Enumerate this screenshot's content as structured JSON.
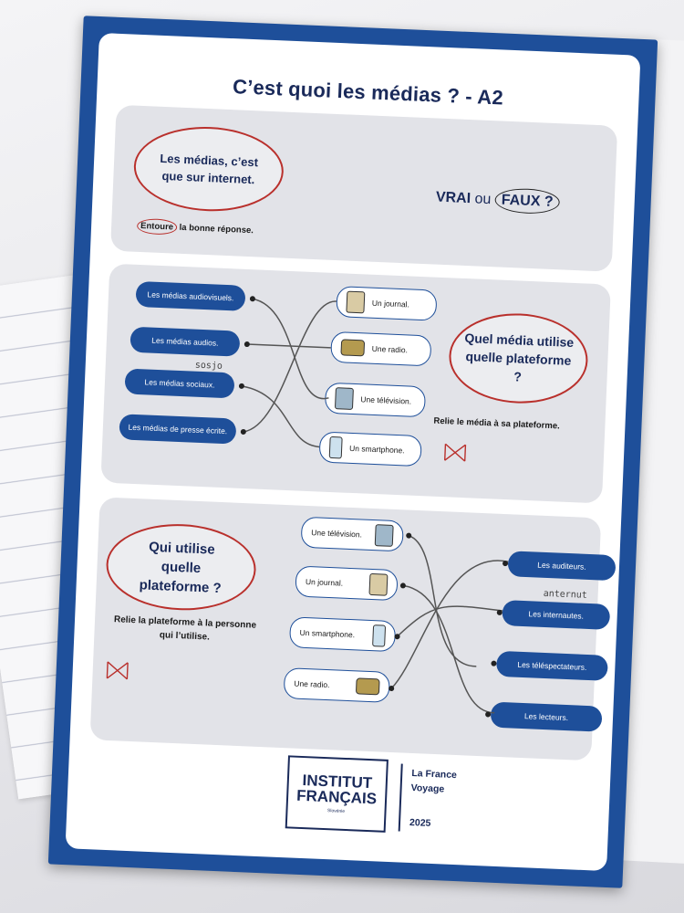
{
  "title": "C’est quoi les médias ? - A2",
  "section1": {
    "statement": "Les médias, c’est que sur internet.",
    "vrai": "VRAI",
    "ou": "ou",
    "faux": "FAUX",
    "question_mark": "?",
    "instruction_circled": "Entoure",
    "instruction_rest": " la bonne réponse."
  },
  "section2": {
    "question": "Quel média utilise quelle plateforme ?",
    "instruction": "Relie le média à sa plateforme.",
    "media": [
      "Les médias audiovisuels.",
      "Les médias audios.",
      "Les médias sociaux.",
      "Les médias de presse écrite."
    ],
    "platforms": [
      "Un journal.",
      "Une radio.",
      "Une télévision.",
      "Un smartphone."
    ],
    "handwritten_note": "sosjo"
  },
  "section3": {
    "question": "Qui utilise quelle plateforme ?",
    "instruction": "Relie la plateforme à la personne qui l’utilise.",
    "platforms": [
      "Une télévision.",
      "Un journal.",
      "Un smartphone.",
      "Une radio."
    ],
    "people": [
      "Les auditeurs.",
      "Les internautes.",
      "Les téléspectateurs.",
      "Les lecteurs."
    ],
    "handwritten_note": "anternut"
  },
  "footer": {
    "logo_line1": "INSTITUT",
    "logo_line2": "FRANÇAIS",
    "logo_line3": "Slovénie",
    "line1": "La France",
    "line2": "Voyage",
    "year": "2025"
  },
  "colors": {
    "blue": "#1e4f9a",
    "navy": "#1a2a5a",
    "red": "#b9302c",
    "panel": "#e2e3e8"
  },
  "icons": [
    "journal-icon",
    "radio-icon",
    "television-icon",
    "smartphone-icon",
    "bow-doodle-icon"
  ]
}
